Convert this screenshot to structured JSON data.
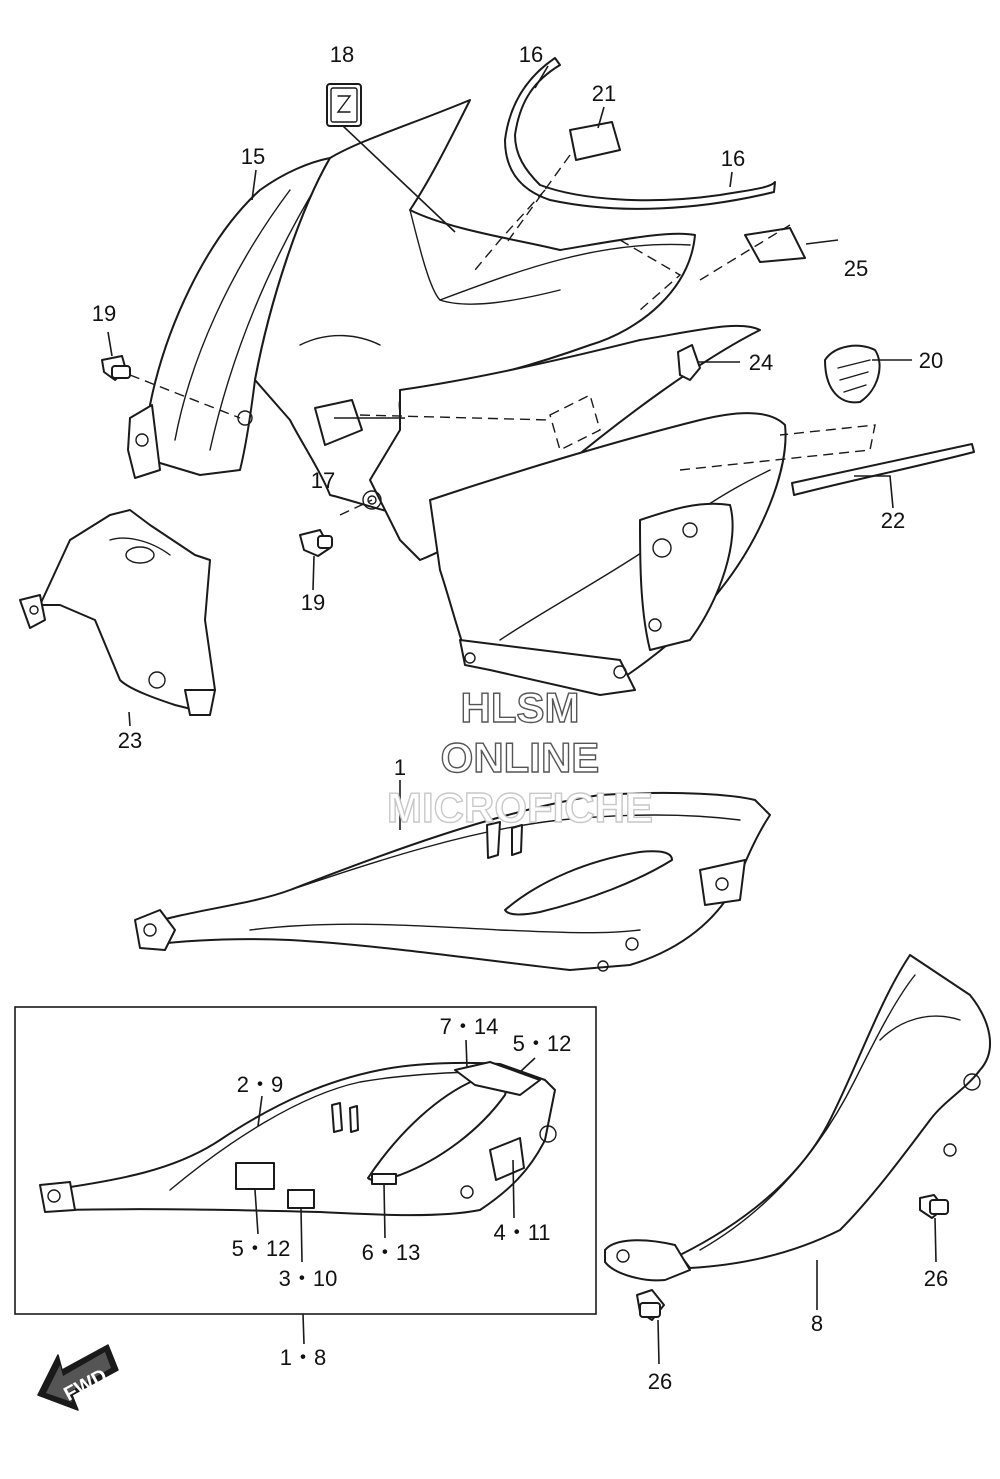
{
  "watermark": {
    "line1": "HLSM",
    "line2": "ONLINE",
    "line3": "MICROFICHE"
  },
  "direction_marker": {
    "label": "FWD",
    "icon": "forward-arrow-icon"
  },
  "callouts": {
    "c18": "18",
    "c16a": "16",
    "c21": "21",
    "c16b": "16",
    "c15": "15",
    "c25": "25",
    "c19a": "19",
    "c24": "24",
    "c20": "20",
    "c17": "17",
    "c22": "22",
    "c19b": "19",
    "c23": "23",
    "c1": "1",
    "c7_14": "7・14",
    "c5_12a": "5・12",
    "c2_9": "2・9",
    "c4_11": "4・11",
    "c5_12b": "5・12",
    "c6_13": "6・13",
    "c3_10": "3・10",
    "c26a": "26",
    "c8": "8",
    "c1_8": "1・8",
    "c26b": "26"
  },
  "colors": {
    "line": "#1a1a1a",
    "background": "#ffffff",
    "watermark_stroke": "#555555"
  }
}
